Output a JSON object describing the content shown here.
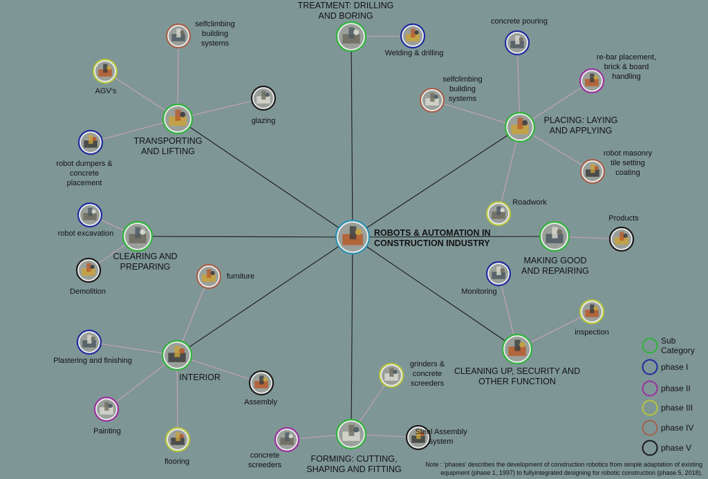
{
  "center": {
    "lines": [
      "ROBOTS & AUTOMATION IN",
      "CONSTRUCTION INDUSTRY"
    ]
  },
  "categories": [
    {
      "id": "treatment",
      "lines": [
        "TREATMENT: DRILLING",
        "AND BORING"
      ]
    },
    {
      "id": "placing",
      "lines": [
        "PLACING: LAYING",
        "AND APPLYING"
      ]
    },
    {
      "id": "making",
      "lines": [
        "MAKING GOOD",
        "AND REPAIRING"
      ]
    },
    {
      "id": "cleaning",
      "lines": [
        "CLEANING UP, SECURITY  AND",
        "OTHER FUNCTION"
      ]
    },
    {
      "id": "forming",
      "lines": [
        "FORMING: CUTTING,",
        "SHAPING AND FITTING"
      ]
    },
    {
      "id": "interior",
      "lines": [
        "INTERIOR"
      ]
    },
    {
      "id": "clearing",
      "lines": [
        "CLEARING AND",
        "PREPARING"
      ]
    },
    {
      "id": "transport",
      "lines": [
        "TRANSPORTING",
        "AND LIFTING"
      ]
    }
  ],
  "subcategories": [
    {
      "id": "welding",
      "parent": "treatment",
      "phase": "phase I",
      "lines": [
        "Welding & drilling"
      ]
    },
    {
      "id": "concrete-pouring",
      "parent": "placing",
      "phase": "phase I",
      "lines": [
        "concrete pouring"
      ]
    },
    {
      "id": "rebar",
      "parent": "placing",
      "phase": "phase II",
      "lines": [
        "re-bar placement,",
        "brick & board",
        "handling"
      ]
    },
    {
      "id": "selfclimb-right",
      "parent": "placing",
      "phase": "phase IV",
      "lines": [
        "selfclimbing",
        "building",
        "systems"
      ]
    },
    {
      "id": "masonry",
      "parent": "placing",
      "phase": "phase IV",
      "lines": [
        "robot masonry",
        "tile setting",
        "coating"
      ]
    },
    {
      "id": "roadwork",
      "parent": "placing",
      "phase": "phase III",
      "lines": [
        "Roadwork"
      ]
    },
    {
      "id": "products",
      "parent": "making",
      "phase": "phase V",
      "lines": [
        "Products"
      ]
    },
    {
      "id": "monitoring",
      "parent": "cleaning",
      "phase": "phase I",
      "lines": [
        "Monitoring"
      ]
    },
    {
      "id": "inspection",
      "parent": "cleaning",
      "phase": "phase III",
      "lines": [
        "inspection"
      ]
    },
    {
      "id": "grinders",
      "parent": "forming",
      "phase": "phase III",
      "lines": [
        "grinders &",
        "concrete",
        "screeders"
      ]
    },
    {
      "id": "steel",
      "parent": "forming",
      "phase": "phase V",
      "lines": [
        "Steel Assembly",
        "system"
      ]
    },
    {
      "id": "screeders",
      "parent": "forming",
      "phase": "phase II",
      "lines": [
        "concrete",
        "screeders"
      ]
    },
    {
      "id": "furniture",
      "parent": "interior",
      "phase": "phase IV",
      "lines": [
        "furniture"
      ]
    },
    {
      "id": "plastering",
      "parent": "interior",
      "phase": "phase I",
      "lines": [
        "Plastering and finishing"
      ]
    },
    {
      "id": "assembly",
      "parent": "interior",
      "phase": "phase V",
      "lines": [
        "Assembly"
      ]
    },
    {
      "id": "painting",
      "parent": "interior",
      "phase": "phase II",
      "lines": [
        "Painting"
      ]
    },
    {
      "id": "flooring",
      "parent": "interior",
      "phase": "phase III",
      "lines": [
        "flooring"
      ]
    },
    {
      "id": "excavation",
      "parent": "clearing",
      "phase": "phase I",
      "lines": [
        "robot excavation"
      ]
    },
    {
      "id": "demolition",
      "parent": "clearing",
      "phase": "phase V",
      "lines": [
        "Demolition"
      ]
    },
    {
      "id": "selfclimb-left",
      "parent": "transport",
      "phase": "phase IV",
      "lines": [
        "selfclimbing",
        "building",
        "systems"
      ]
    },
    {
      "id": "agv",
      "parent": "transport",
      "phase": "phase III",
      "lines": [
        "AGV's"
      ]
    },
    {
      "id": "glazing",
      "parent": "transport",
      "phase": "phase V",
      "lines": [
        "glazing"
      ]
    },
    {
      "id": "dumpers",
      "parent": "transport",
      "phase": "phase I",
      "lines": [
        "robot dumpers &",
        "concrete",
        "placement"
      ]
    }
  ],
  "legend": [
    {
      "lines": [
        "Sub",
        "Category"
      ],
      "color": "#2fb33a"
    },
    {
      "lines": [
        "phase I"
      ],
      "color": "#1f2a9e"
    },
    {
      "lines": [
        "phase II"
      ],
      "color": "#9b2f9e"
    },
    {
      "lines": [
        "phase III"
      ],
      "color": "#b6c53a"
    },
    {
      "lines": [
        "phase IV"
      ],
      "color": "#a5604a"
    },
    {
      "lines": [
        "phase V"
      ],
      "color": "#1a1a1a"
    }
  ],
  "note": [
    "Note : 'phases' describes  the development of construction robotics from simple adaptation  of  existing",
    "equipment (phase 1, 1997) to fullyintegrated designing for robotic construction (phase 5, 2018)."
  ],
  "colors": {
    "background": "#7f9696",
    "subcategory": "#2fb33a",
    "center_ring": "#2a8fb0",
    "main_link": "#1a1a1a",
    "sub_link": "#c9a6b3"
  }
}
